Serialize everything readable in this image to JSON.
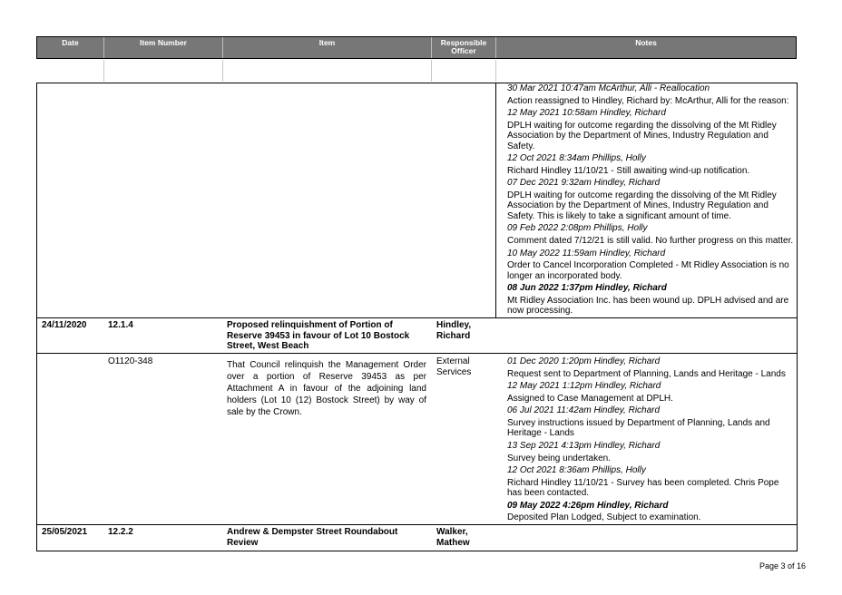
{
  "header": {
    "date": "Date",
    "item_number": "Item Number",
    "item": "Item",
    "responsible_officer": "Responsible Officer",
    "notes": "Notes"
  },
  "continuation_notes": [
    {
      "text": "30 Mar 2021 10:47am McArthur, Alli - Reallocation",
      "style": "italic"
    },
    {
      "text": "Action reassigned to Hindley, Richard by: McArthur, Alli for the reason:",
      "style": "normal"
    },
    {
      "text": "12 May 2021 10:58am Hindley, Richard",
      "style": "italic"
    },
    {
      "text": "DPLH waiting for outcome regarding the dissolving of the Mt Ridley Association by the Department of Mines, Industry Regulation and Safety.",
      "style": "normal"
    },
    {
      "text": "12 Oct 2021 8:34am Phillips, Holly",
      "style": "italic"
    },
    {
      "text": "Richard Hindley 11/10/21 - Still awaiting wind-up notification.",
      "style": "normal"
    },
    {
      "text": "07 Dec 2021 9:32am Hindley, Richard",
      "style": "italic"
    },
    {
      "text": "DPLH waiting for outcome regarding the dissolving of the Mt Ridley Association by the Department of Mines, Industry Regulation and Safety. This is likely to take a significant amount of time.",
      "style": "normal"
    },
    {
      "text": "09 Feb 2022 2:08pm Phillips, Holly",
      "style": "italic"
    },
    {
      "text": "Comment dated 7/12/21 is still valid. No further progress on this matter.",
      "style": "normal"
    },
    {
      "text": "10 May 2022 11:59am Hindley, Richard",
      "style": "italic"
    },
    {
      "text": "Order to Cancel Incorporation Completed - Mt Ridley Association is no longer an incorporated body.",
      "style": "normal"
    },
    {
      "text": "08 Jun 2022 1:37pm Hindley, Richard",
      "style": "bold-italic"
    },
    {
      "text": "Mt Ridley Association Inc. has been wound up. DPLH advised and are now processing.",
      "style": "normal"
    }
  ],
  "record1": {
    "date": "24/11/2020",
    "item_number": "12.1.4",
    "title": "Proposed relinquishment of Portion of Reserve 39453 in favour of Lot 10 Bostock Street, West Beach",
    "officer": "Hindley, Richard",
    "action_number": "O1120-348",
    "description": "That Council relinquish the Management Order over a portion of Reserve 39453 as per Attachment A in favour of the adjoining land holders (Lot 10 (12) Bostock Street) by way of sale by the Crown.",
    "action_officer": "External Services",
    "notes": [
      {
        "text": "01 Dec 2020 1:20pm Hindley, Richard",
        "style": "italic"
      },
      {
        "text": "Request sent to Department of Planning, Lands and Heritage - Lands",
        "style": "normal"
      },
      {
        "text": "12 May 2021 1:12pm Hindley, Richard",
        "style": "italic"
      },
      {
        "text": "Assigned to Case Management at DPLH.",
        "style": "normal"
      },
      {
        "text": "06 Jul 2021 11:42am Hindley, Richard",
        "style": "italic"
      },
      {
        "text": "Survey instructions issued by Department of Planning, Lands and Heritage - Lands",
        "style": "normal"
      },
      {
        "text": "13 Sep 2021 4:13pm Hindley, Richard",
        "style": "italic"
      },
      {
        "text": "Survey being undertaken.",
        "style": "normal"
      },
      {
        "text": "12 Oct 2021 8:36am Phillips, Holly",
        "style": "italic"
      },
      {
        "text": "Richard Hindley 11/10/21 - Survey has been completed. Chris Pope has been contacted.",
        "style": "normal"
      },
      {
        "text": "09 May 2022 4:26pm Hindley, Richard",
        "style": "bold-italic"
      },
      {
        "text": "Deposited Plan Lodged, Subject to examination.",
        "style": "normal"
      }
    ]
  },
  "record2": {
    "date": "25/05/2021",
    "item_number": "12.2.2",
    "title": "Andrew & Dempster Street Roundabout Review",
    "officer": "Walker, Mathew"
  },
  "footer": {
    "page": "Page 3 of 16"
  }
}
